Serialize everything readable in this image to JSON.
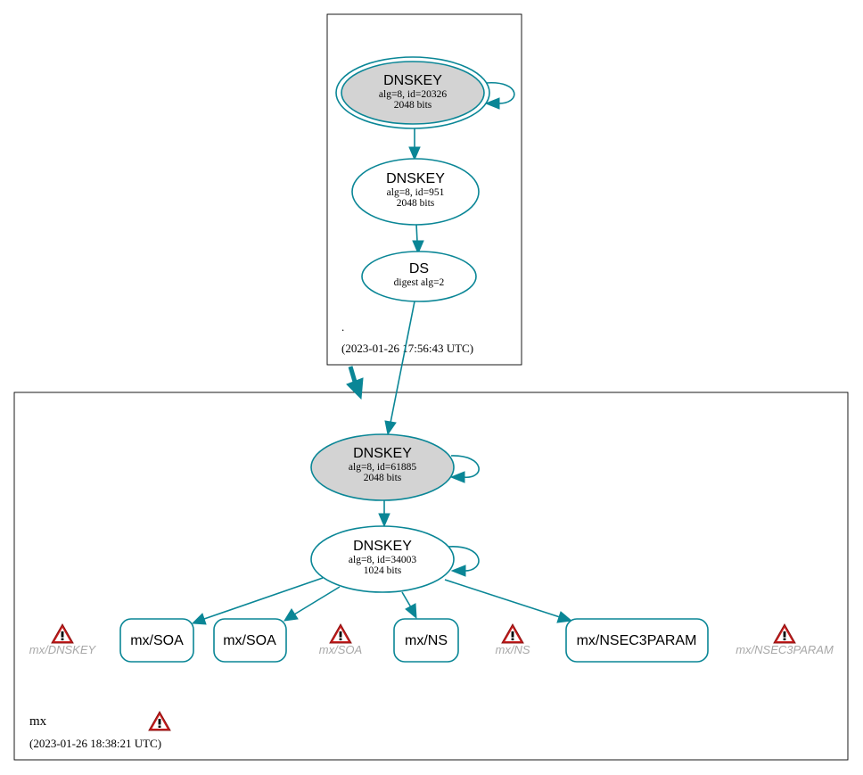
{
  "colors": {
    "edge": "#0a8696",
    "ksk_fill": "#d3d3d3",
    "node_fill": "#ffffff",
    "warning": "#d42a2a",
    "ghost_text": "#a8a8a8"
  },
  "root_zone": {
    "name": ".",
    "timestamp": "(2023-01-26 17:56:43 UTC)",
    "ksk": {
      "title": "DNSKEY",
      "detail1": "alg=8, id=20326",
      "detail2": "2048 bits"
    },
    "zsk": {
      "title": "DNSKEY",
      "detail1": "alg=8, id=951",
      "detail2": "2048 bits"
    },
    "ds": {
      "title": "DS",
      "detail1": "digest alg=2"
    }
  },
  "mx_zone": {
    "name": "mx",
    "timestamp": "(2023-01-26 18:38:21 UTC)",
    "ksk": {
      "title": "DNSKEY",
      "detail1": "alg=8, id=61885",
      "detail2": "2048 bits"
    },
    "zsk": {
      "title": "DNSKEY",
      "detail1": "alg=8, id=34003",
      "detail2": "1024 bits"
    },
    "rrsets": [
      "mx/SOA",
      "mx/SOA",
      "mx/NS",
      "mx/NSEC3PARAM"
    ],
    "warnings": [
      "mx/DNSKEY",
      "mx/SOA",
      "mx/NS",
      "mx/NSEC3PARAM"
    ],
    "zone_warning_icon": "warning-icon"
  }
}
